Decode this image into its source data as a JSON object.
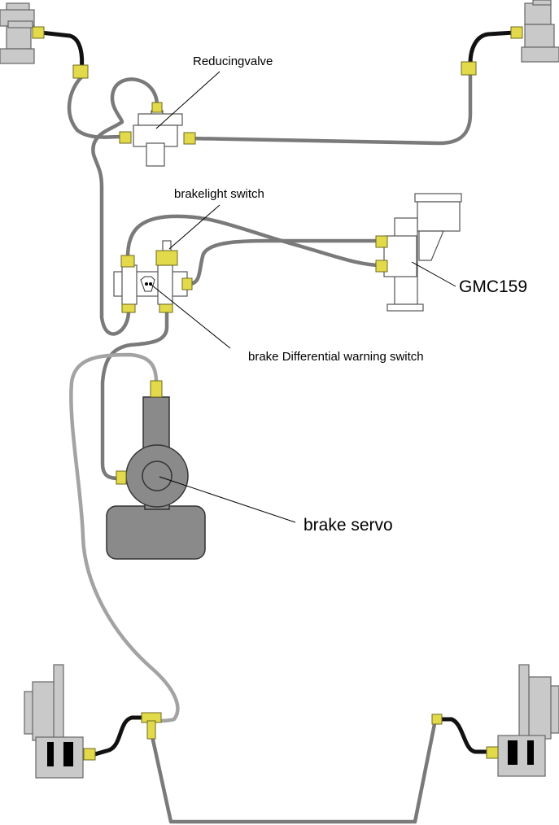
{
  "labels": {
    "reducing_valve": "Reducingvalve",
    "brakelight_switch": "brakelight switch",
    "master_cylinder": "GMC159",
    "differential_switch": "brake Differential warning switch",
    "brake_servo": "brake servo"
  },
  "colors": {
    "pipe_dark": "#7a7a7a",
    "pipe_light": "#a3a3a3",
    "flex_hose": "#111111",
    "fitting": "#e2da4a",
    "component_grey": "#c9c9c9",
    "servo_grey": "#8a8a8a"
  }
}
